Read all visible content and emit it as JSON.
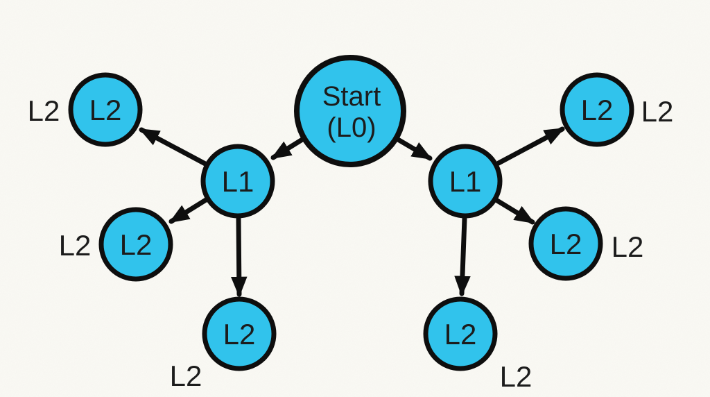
{
  "diagram": {
    "type": "tree",
    "colors": {
      "background": "#faf9f4",
      "node_fill": "#31c3ec",
      "node_stroke": "#0e0e0e",
      "arrow": "#0e0e0e",
      "text": "#1c1c1c"
    },
    "nodes": {
      "start": {
        "line1": "Start",
        "line2": "(L0)"
      },
      "l1_left": {
        "label": "L1"
      },
      "l1_right": {
        "label": "L1"
      },
      "l2_upper_left": {
        "label": "L2",
        "outer_label": "L2"
      },
      "l2_lower_left": {
        "label": "L2",
        "outer_label": "L2"
      },
      "l2_bottom_left": {
        "label": "L2",
        "outer_label": "L2"
      },
      "l2_upper_right": {
        "label": "L2",
        "outer_label": "L2"
      },
      "l2_lower_right": {
        "label": "L2",
        "outer_label": "L2"
      },
      "l2_bottom_right": {
        "label": "L2",
        "outer_label": "L2"
      }
    },
    "edges": [
      {
        "from": "start",
        "to": "l1_left"
      },
      {
        "from": "start",
        "to": "l1_right"
      },
      {
        "from": "l1_left",
        "to": "l2_upper_left"
      },
      {
        "from": "l1_left",
        "to": "l2_lower_left"
      },
      {
        "from": "l1_left",
        "to": "l2_bottom_left"
      },
      {
        "from": "l1_right",
        "to": "l2_upper_right"
      },
      {
        "from": "l1_right",
        "to": "l2_lower_right"
      },
      {
        "from": "l1_right",
        "to": "l2_bottom_right"
      }
    ]
  }
}
